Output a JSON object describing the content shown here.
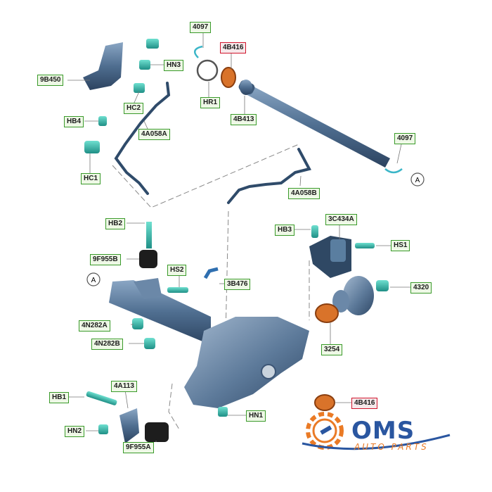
{
  "labels": {
    "l4097a": "4097",
    "l4b416a": "4B416",
    "lhr1": "HR1",
    "l4b413": "4B413",
    "l9b450": "9B450",
    "lhn3": "HN3",
    "lhc2": "HC2",
    "lhb4": "HB4",
    "l4a058a": "4A058A",
    "lhc1": "HC1",
    "l4097b": "4097",
    "l4a058b": "4A058B",
    "lhb2": "HB2",
    "l9f955b": "9F955B",
    "lhb3": "HB3",
    "l3c434a": "3C434A",
    "lhs1": "HS1",
    "lhs2": "HS2",
    "l3b476": "3B476",
    "l4320": "4320",
    "l4n282a": "4N282A",
    "l4n282b": "4N282B",
    "l3254": "3254",
    "lhb1": "HB1",
    "l4a113": "4A113",
    "lhn2": "HN2",
    "lhn1": "HN1",
    "l4b416b": "4B416",
    "l9f955a": "9F955A"
  },
  "callouts": {
    "a1": "A",
    "a2": "A"
  },
  "logo": {
    "brand": "OMS",
    "tagline": "AUTO PARTS"
  },
  "colors": {
    "part_blue": "#4f6e90",
    "seal_orange": "#d9732a",
    "label_green": "#3a9a2a",
    "highlight_red": "#d0142c"
  }
}
